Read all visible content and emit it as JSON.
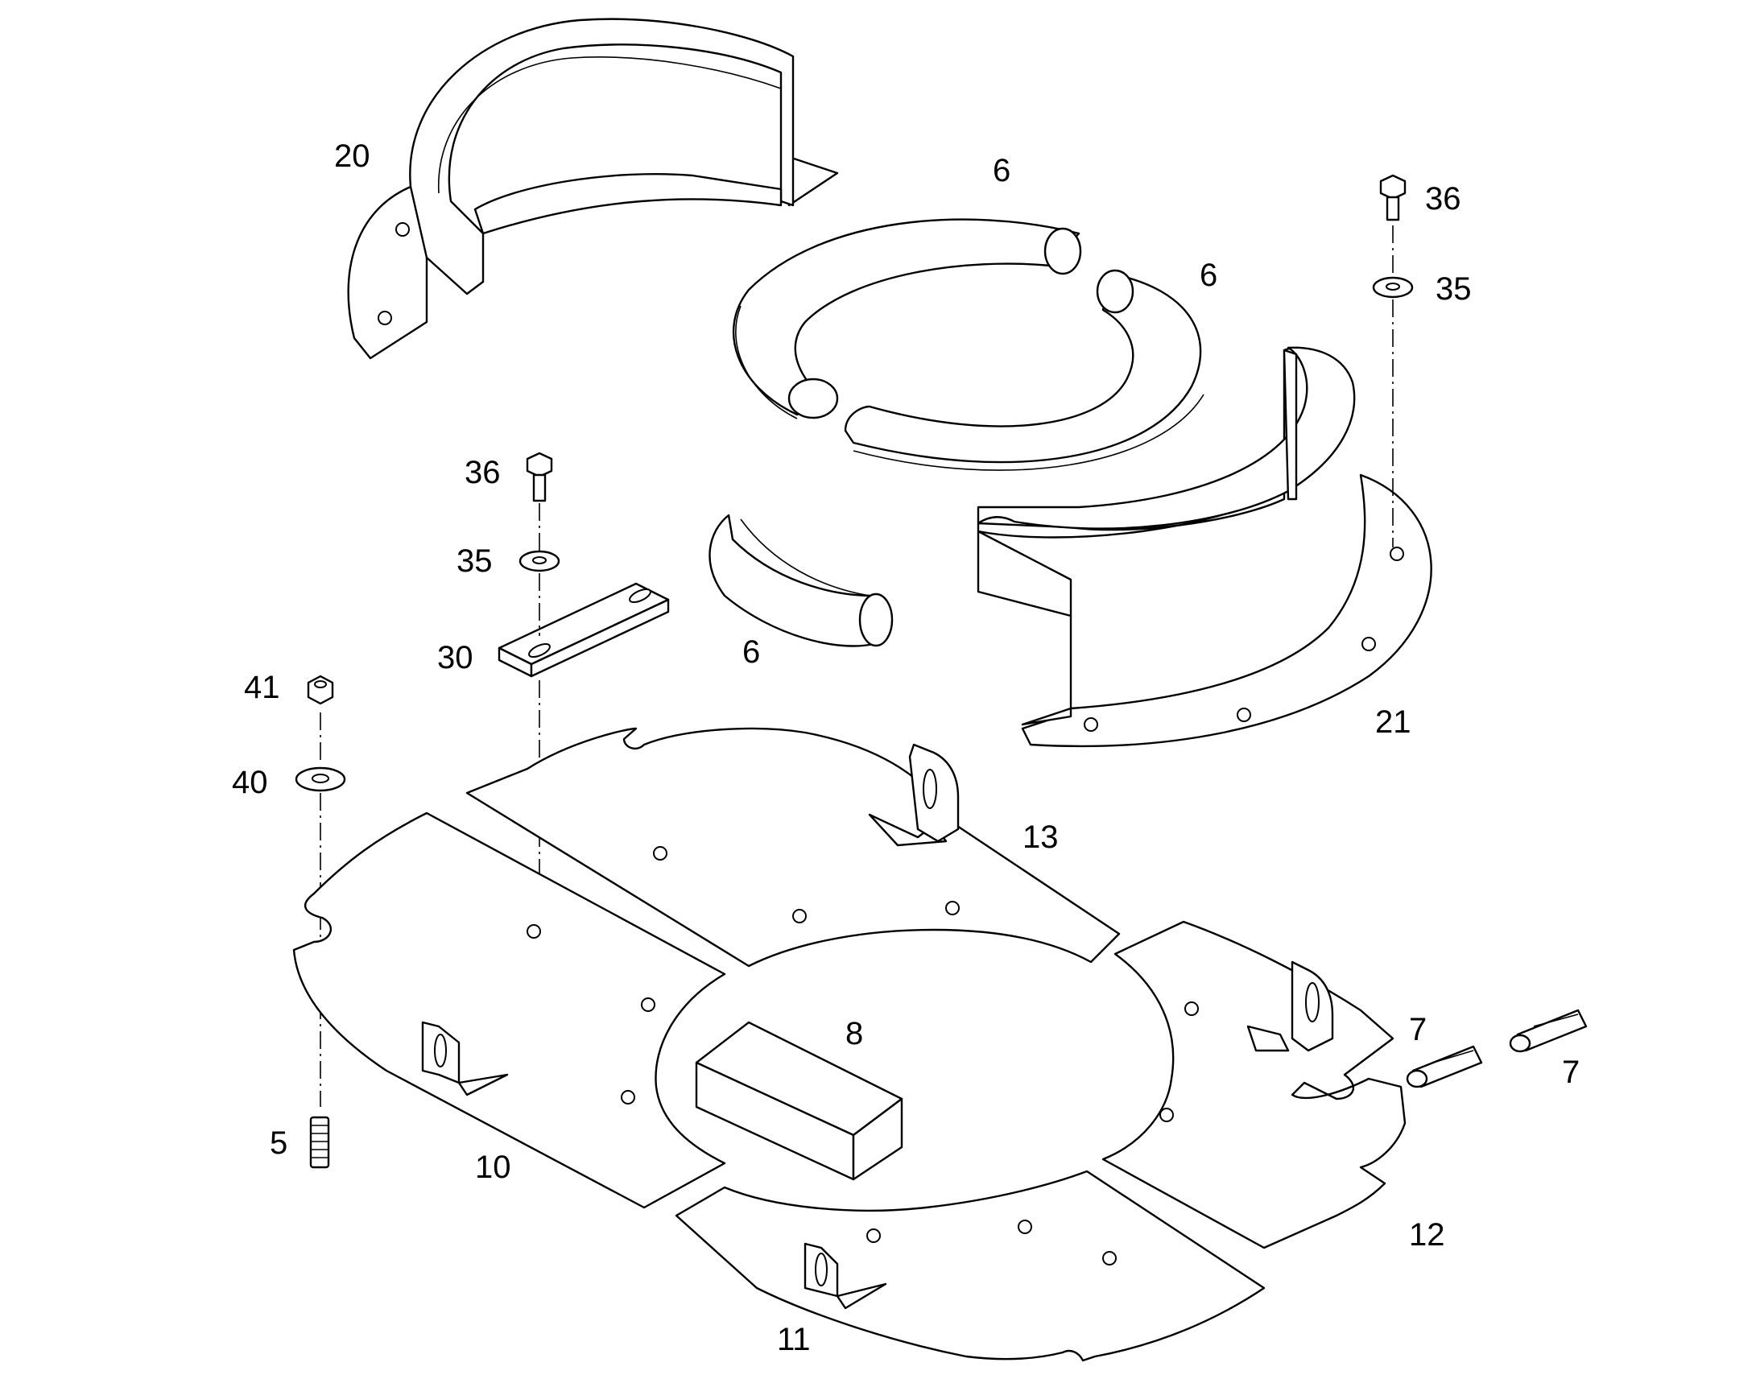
{
  "diagram": {
    "callouts": [
      {
        "id": "c20",
        "text": "20"
      },
      {
        "id": "c6a",
        "text": "6"
      },
      {
        "id": "c6b",
        "text": "6"
      },
      {
        "id": "c36a",
        "text": "36"
      },
      {
        "id": "c35a",
        "text": "35"
      },
      {
        "id": "c36b",
        "text": "36"
      },
      {
        "id": "c35b",
        "text": "35"
      },
      {
        "id": "c30",
        "text": "30"
      },
      {
        "id": "c6c",
        "text": "6"
      },
      {
        "id": "c41",
        "text": "41"
      },
      {
        "id": "c40",
        "text": "40"
      },
      {
        "id": "c21",
        "text": "21"
      },
      {
        "id": "c13",
        "text": "13"
      },
      {
        "id": "c8",
        "text": "8"
      },
      {
        "id": "c7a",
        "text": "7"
      },
      {
        "id": "c7b",
        "text": "7"
      },
      {
        "id": "c5",
        "text": "5"
      },
      {
        "id": "c10",
        "text": "10"
      },
      {
        "id": "c12",
        "text": "12"
      },
      {
        "id": "c11",
        "text": "11"
      }
    ]
  }
}
